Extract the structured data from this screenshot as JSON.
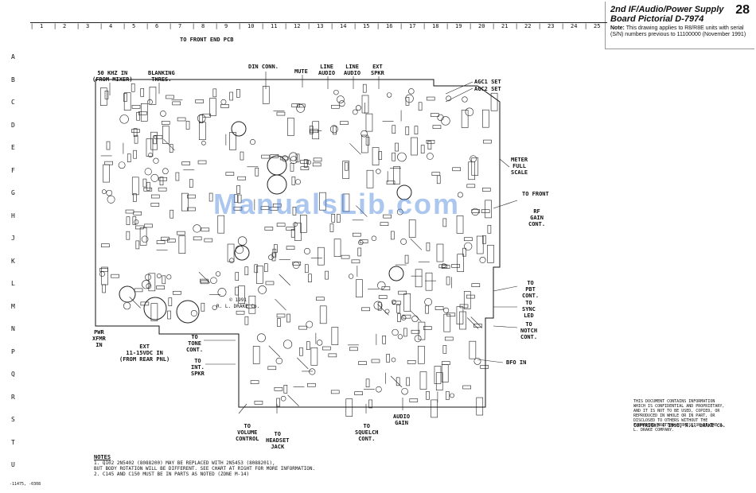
{
  "header": {
    "title_line1": "2nd IF/Audio/Power Supply",
    "title_line2": "Board Pictorial  D-7974",
    "page_number": "28",
    "note_label": "Note:",
    "note_text": "This drawing applies to R8/R8E units with serial (S/N) numbers previous to 11100000 (November 1991)"
  },
  "rulers": {
    "columns": [
      "1",
      "2",
      "3",
      "4",
      "5",
      "6",
      "7",
      "8",
      "9",
      "10",
      "11",
      "12",
      "13",
      "14",
      "15",
      "16",
      "17",
      "18",
      "19",
      "20",
      "21",
      "22",
      "23",
      "24",
      "25"
    ],
    "rows": [
      "A",
      "B",
      "C",
      "D",
      "E",
      "F",
      "G",
      "H",
      "J",
      "K",
      "L",
      "M",
      "N",
      "P",
      "Q",
      "R",
      "S",
      "T",
      "U"
    ]
  },
  "labels": {
    "front_end": "TO FRONT END PCB",
    "khz50": "50 KHZ IN\n(FROM MIXER)",
    "blanking": "BLANKING\nTHRES.",
    "din": "DIN CONN.",
    "mute": "MUTE",
    "line_audio1": "LINE\nAUDIO",
    "line_audio2": "LINE\nAUDIO",
    "ext_spkr": "EXT\nSPKR",
    "agc1": "AGC1 SET",
    "agc2": "AGC2 SET",
    "meter": "METER\nFULL\nSCALE",
    "to_front": "TO FRONT",
    "rf_gain": "RF\nGAIN\nCONT.",
    "pbt": "TO\nPBT\nCONT.",
    "sync": "TO\nSYNC\nLED",
    "notch": "TO\nNOTCH\nCONT.",
    "bfo": "BFO IN",
    "pwr_xfmr": "PWR\nXFMR\nIN",
    "ext_dc": "EXT\n11-15VDC IN\n(FROM REAR PNL)",
    "tone": "TO\nTONE\nCONT.",
    "int_spkr": "TO\nINT.\nSPKR",
    "volume": "TO\nVOLUME\nCONTROL",
    "headset": "TO\nHEADSET\nJACK",
    "squelch": "TO\nSQUELCH\nCONT.",
    "audio_gain": "AUDIO\nGAIN",
    "board_copyright": "© 1991\nR. L. DRAKE Co."
  },
  "notes": {
    "heading": "NOTES",
    "note1": "1. Q102 2N5402 (8088200) MAY BE REPLACED WITH 2N5453 (8088201),",
    "note1b": "   BUT BODY ROTATION WILL BE DIFFERENT.  SEE CHART AT RIGHT FOR MORE INFORMATION.",
    "note2": "2. C145 AND C150 MUST BE IN PARTS AS NOTED (ZONE M-14)"
  },
  "confidential": "THIS DOCUMENT CONTAINS INFORMATION WHICH IS CONFIDENTIAL AND PROPRIETARY, AND IT IS NOT TO BE USED, COPIED, OR REPRODUCED IN WHOLE OR IN PART, OR DISCLOSED TO OTHERS WITHOUT THE EXPRESSED WRITTEN PERMISSION OF THE R. L. DRAKE COMPANY.",
  "copyright": "COPYRIGHT © 1991, R.L. DRAKE Co.",
  "doc_number": "-11475, -0308",
  "watermark": "ManualsLib.com"
}
